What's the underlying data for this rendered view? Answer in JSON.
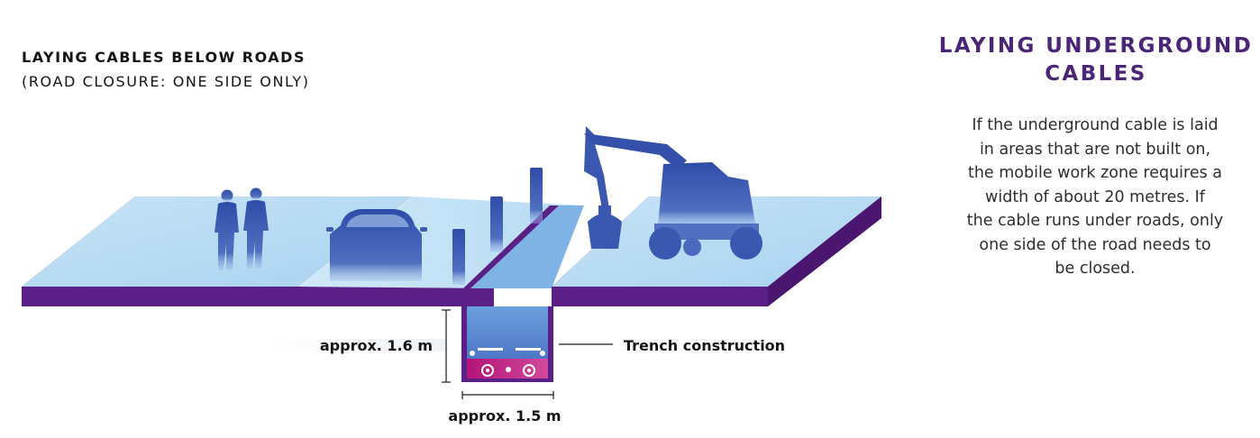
{
  "diagram": {
    "title": "LAYING CABLES BELOW ROADS",
    "subtitle": "(ROAD CLOSURE: ONE SIDE ONLY)",
    "depth_label": "approx. 1.6 m",
    "width_label": "approx. 1.5 m",
    "trench_label": "Trench construction"
  },
  "panel": {
    "title_lines": [
      "LAYING UNDERGROUND",
      "CABLES"
    ],
    "body_lines": [
      "If the underground cable is laid",
      "in areas that are not built on,",
      "the mobile work zone requires a",
      "width of about 20 metres. If",
      "the cable runs under roads, only",
      "one side of the road needs to",
      "be closed."
    ]
  },
  "colors": {
    "brand_purple": "#5a1d86",
    "surface_blue": "#b6d9f2",
    "figure_blue": "#3c5ab0",
    "cable_magenta": "#c0157c"
  },
  "icons": [
    "pedestrians-icon",
    "car-icon",
    "barrier-post-icon",
    "excavator-icon",
    "cable-duct-icon"
  ]
}
